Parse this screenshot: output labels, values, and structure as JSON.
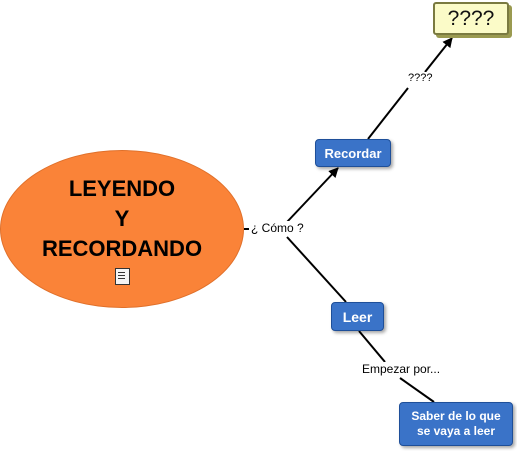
{
  "main": {
    "lines": [
      "LEYENDO",
      "Y",
      "RECORDANDO"
    ],
    "icon": "document-icon"
  },
  "nodes": {
    "recordar": "Recordar",
    "leer": "Leer",
    "saber": [
      "Saber de lo que",
      "se vaya a leer"
    ],
    "unknown": "????"
  },
  "links": {
    "como": "¿ Cómo ?",
    "unknown": "????",
    "empezar": "Empezar por..."
  },
  "colors": {
    "main_fill": "#fa8338",
    "concept_fill": "#3a73c8",
    "unknown_fill": "#fbfbc8"
  }
}
